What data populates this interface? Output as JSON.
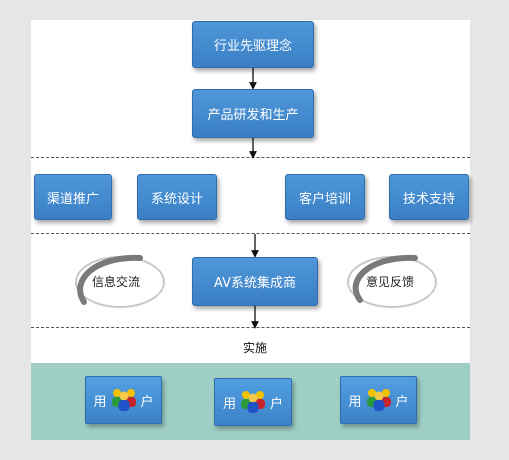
{
  "top_flow": {
    "concept": "行业先驱理念",
    "rnd": "产品研发和生产"
  },
  "channels": {
    "channel": "渠道推广",
    "design": "系统设计",
    "training": "客户培训",
    "support": "技术支持"
  },
  "integration": {
    "integrator": "AV系统集成商",
    "info_exchange": "信息交流",
    "feedback": "意见反馈"
  },
  "implementation": {
    "label": "实施"
  },
  "users": [
    {
      "left": "用",
      "icon": "people-icon",
      "right": "户"
    },
    {
      "left": "用",
      "icon": "people-icon",
      "right": "户"
    },
    {
      "left": "用",
      "icon": "people-icon",
      "right": "户"
    }
  ],
  "colors": {
    "box": "#3f86cc",
    "user_band": "#9fcfc4",
    "background": "#e6e6e6"
  }
}
